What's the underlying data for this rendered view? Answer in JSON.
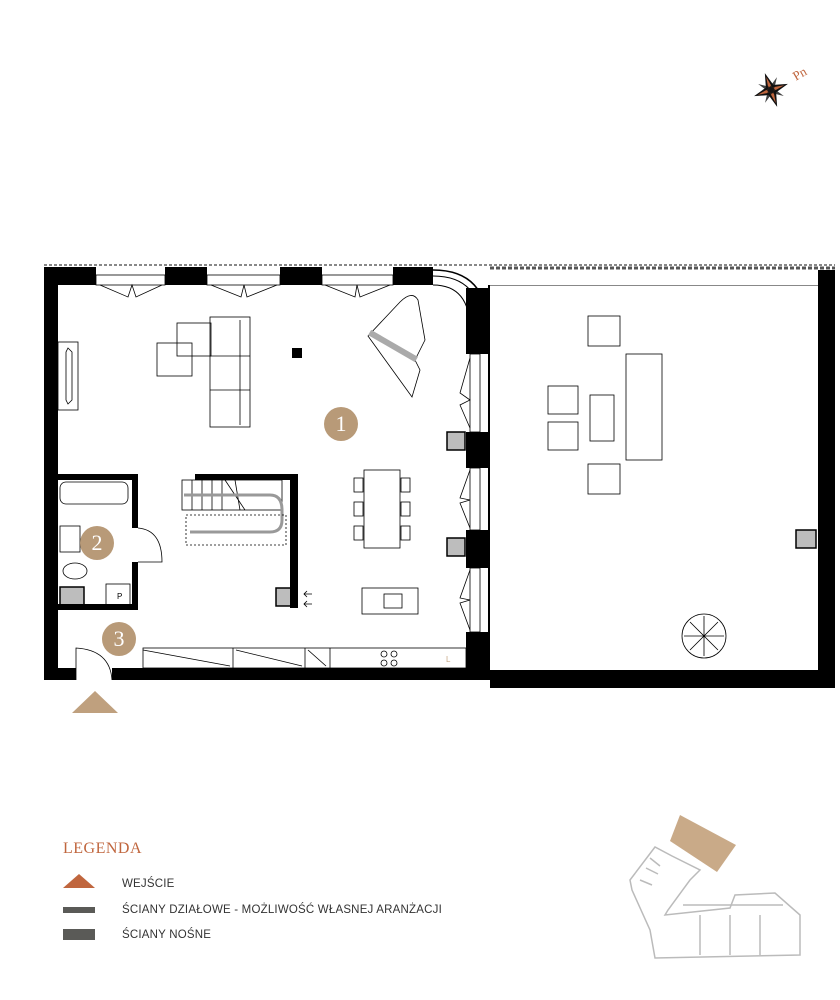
{
  "compass": {
    "label": "Pn",
    "icon": "compass-rose-icon"
  },
  "rooms": [
    {
      "number": "1"
    },
    {
      "number": "2"
    },
    {
      "number": "3"
    }
  ],
  "fixtures": {
    "pantry_label": "P",
    "fridge_label": "L"
  },
  "legend": {
    "title": "LEGENDA",
    "items": [
      {
        "label": "WEJŚCIE",
        "color": "#c0663e",
        "icon": "entrance-triangle-icon"
      },
      {
        "label": "ŚCIANY DZIAŁOWE - MOŻLIWOŚĆ WŁASNEJ ARANŻACJI",
        "color": "#5a5a57"
      },
      {
        "label": "ŚCIANY NOŚNE",
        "color": "#5a5a57"
      }
    ]
  },
  "colors": {
    "badge": "#b89a78",
    "entrance": "#bfa07e",
    "wall": "#000000",
    "column": "#bdbdbd",
    "key_plan_highlight": "#c9aa88"
  }
}
